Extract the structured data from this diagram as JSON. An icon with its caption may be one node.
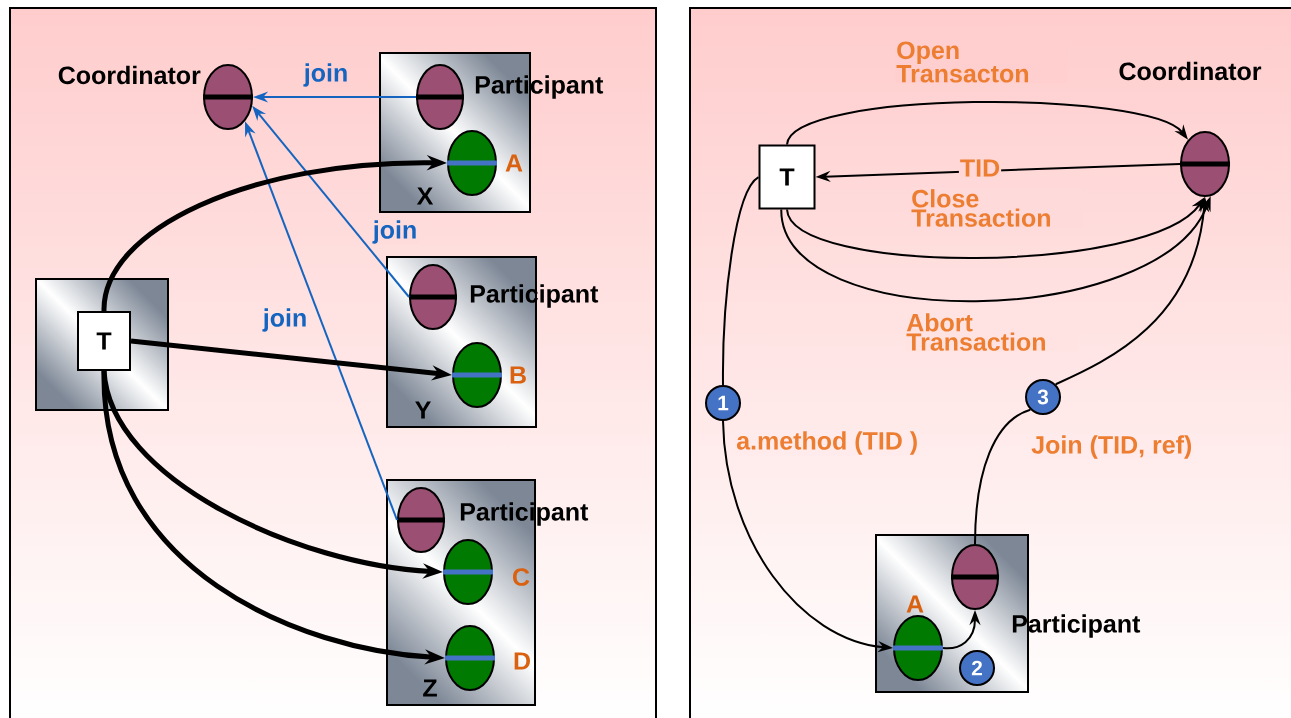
{
  "diagram": {
    "nodes": [
      {
        "text": [
          "Coordinator"
        ]
      },
      {
        "text": [
          "Participant",
          "X"
        ]
      },
      {
        "text": [],
        "shape": "ellipse",
        "in": 1
      },
      {
        "text": [
          "A"
        ],
        "in": 1
      },
      {
        "text": [
          "Participant",
          "Y"
        ]
      },
      {
        "text": [],
        "shape": "ellipse",
        "in": 4
      },
      {
        "text": [
          "B"
        ],
        "in": 4
      },
      {
        "text": [
          "Participant",
          "Z"
        ]
      },
      {
        "text": [],
        "shape": "ellipse",
        "in": 7
      },
      {
        "text": [
          "C"
        ],
        "in": 7
      },
      {
        "text": [
          "D"
        ],
        "in": 7
      },
      {
        "text": [],
        "shape": "box"
      },
      {
        "text": [
          "T"
        ],
        "in": 11
      },
      {
        "text": [
          "T"
        ]
      },
      {
        "text": [
          "Coordinator"
        ]
      },
      {
        "text": [
          "1"
        ]
      },
      {
        "text": [
          "3"
        ]
      },
      {
        "text": [
          "Participant"
        ]
      },
      {
        "text": [
          "A"
        ],
        "in": 17
      },
      {
        "text": [],
        "shape": "ellipse",
        "in": 17
      },
      {
        "text": [
          "2"
        ],
        "in": 17
      }
    ],
    "edges": [
      {
        "from": 2,
        "to": 0,
        "arrow": "to",
        "label": "join",
        "color": "#1565c0"
      },
      {
        "from": 5,
        "to": 0,
        "arrow": "to",
        "label": "join",
        "color": "#1565c0"
      },
      {
        "from": 8,
        "to": 0,
        "arrow": "to",
        "label": "join",
        "color": "#1565c0"
      },
      {
        "from": 12,
        "to": 3,
        "arrow": "to",
        "style": "thick"
      },
      {
        "from": 12,
        "to": 6,
        "arrow": "to",
        "style": "thick"
      },
      {
        "from": 12,
        "to": 9,
        "arrow": "to",
        "style": "thick"
      },
      {
        "from": 12,
        "to": 10,
        "arrow": "to",
        "style": "thick"
      },
      {
        "from": 13,
        "to": 14,
        "arrow": "to",
        "label": "Open Transacton"
      },
      {
        "from": 14,
        "to": 13,
        "arrow": "to",
        "label": "TID"
      },
      {
        "from": 13,
        "to": 14,
        "arrow": "to",
        "label": "Close Transaction"
      },
      {
        "from": 13,
        "to": 14,
        "arrow": "to",
        "label": "Abort Transaction"
      },
      {
        "from": 13,
        "to": 15,
        "arrow": "none"
      },
      {
        "from": 15,
        "to": 18,
        "arrow": "to",
        "label": "a.method (TID )"
      },
      {
        "from": 18,
        "to": 19,
        "arrow": "to"
      },
      {
        "from": 19,
        "to": 16,
        "arrow": "none",
        "label": "Join (TID, ref)"
      },
      {
        "from": 16,
        "to": 14,
        "arrow": "to"
      }
    ]
  }
}
